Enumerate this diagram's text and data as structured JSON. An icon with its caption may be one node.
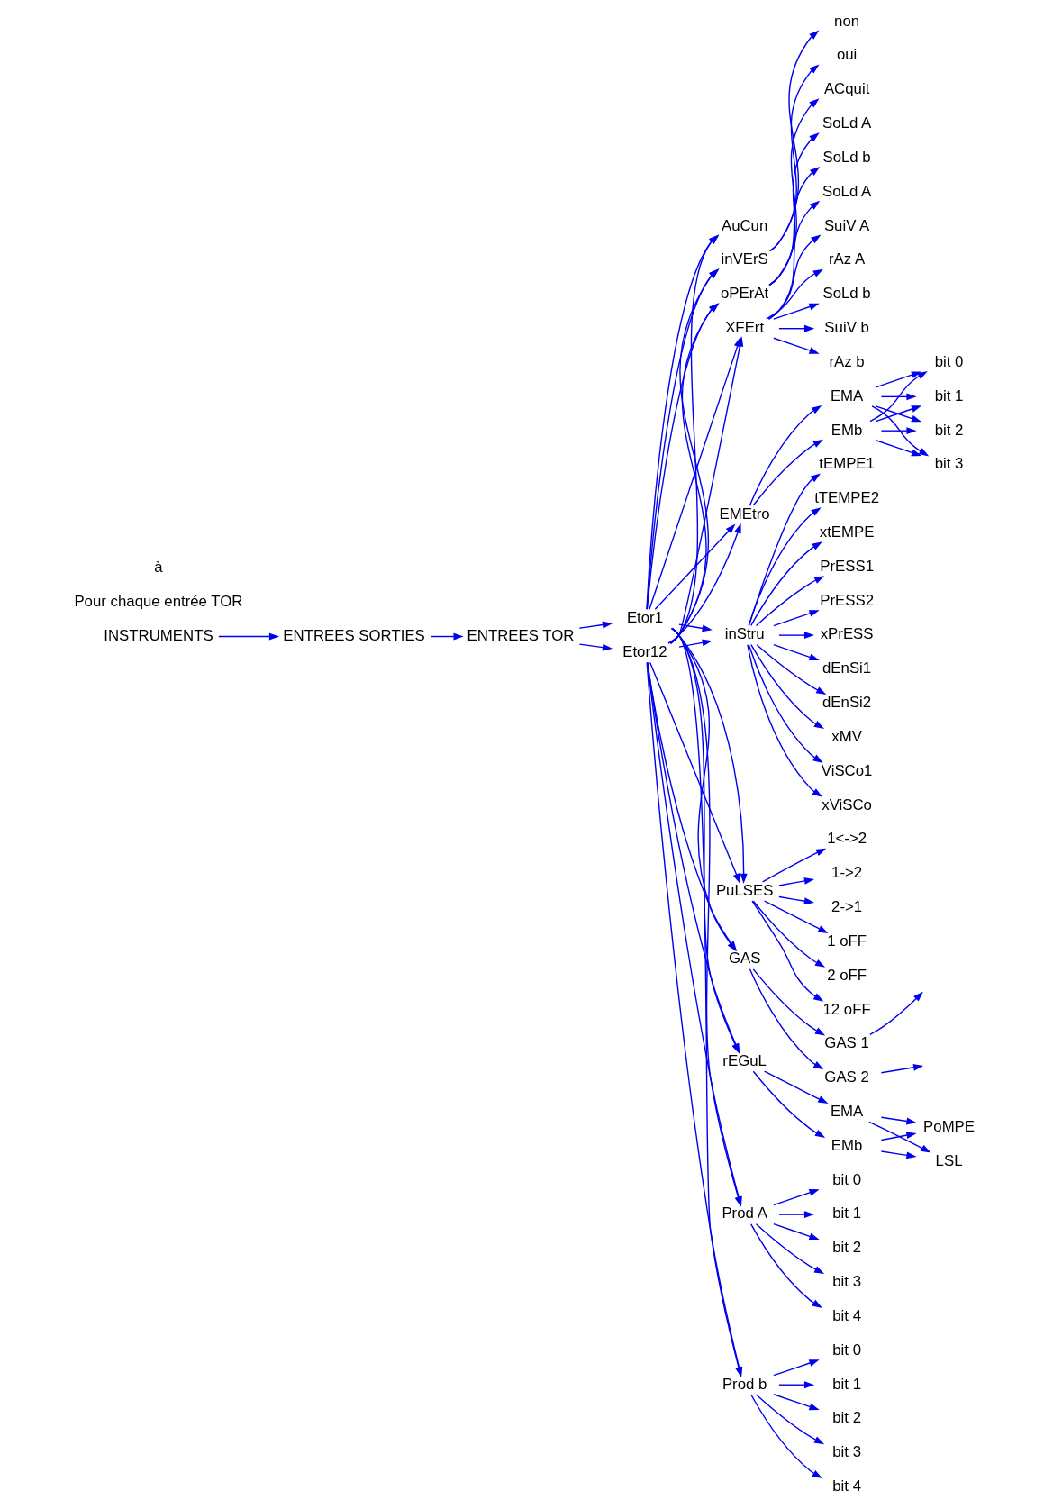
{
  "diagram": {
    "nodes": [
      {
        "text": [
          "INSTRUMENTS"
        ]
      },
      {
        "text": [
          "ENTREES SORTIES"
        ]
      },
      {
        "text": [
          "ENTREES TOR"
        ]
      },
      {
        "text": [
          "Etor1"
        ]
      },
      {
        "text": [
          "Etor12"
        ]
      },
      {
        "text": [
          "AuCun"
        ]
      },
      {
        "text": [
          "inVErS"
        ]
      },
      {
        "text": [
          "non"
        ]
      },
      {
        "text": [
          "oui"
        ]
      },
      {
        "text": [
          "oPErAt"
        ]
      },
      {
        "text": [
          "ACquit"
        ]
      },
      {
        "text": [
          "SoLd A"
        ]
      },
      {
        "text": [
          "SoLd b"
        ]
      },
      {
        "text": [
          "XFErt"
        ]
      },
      {
        "text": [
          "SoLd A"
        ]
      },
      {
        "text": [
          "SuiV A"
        ]
      },
      {
        "text": [
          "rAz A"
        ]
      },
      {
        "text": [
          "SoLd b"
        ]
      },
      {
        "text": [
          "SuiV b"
        ]
      },
      {
        "text": [
          "rAz b"
        ]
      },
      {
        "text": [
          "EMEtro"
        ]
      },
      {
        "text": [
          "EMA"
        ]
      },
      {
        "text": [
          "EMb"
        ]
      },
      {
        "text": [
          "bit 0"
        ]
      },
      {
        "text": [
          "bit 1"
        ]
      },
      {
        "text": [
          "bit 2"
        ]
      },
      {
        "text": [
          "bit 3"
        ]
      },
      {
        "text": [
          "inStru"
        ]
      },
      {
        "text": [
          "tEMPE1"
        ]
      },
      {
        "text": [
          "tTEMPE2"
        ]
      },
      {
        "text": [
          "xtEMPE"
        ]
      },
      {
        "text": [
          "PrESS1"
        ]
      },
      {
        "text": [
          "PrESS2"
        ]
      },
      {
        "text": [
          "xPrESS"
        ]
      },
      {
        "text": [
          "dEnSi1"
        ]
      },
      {
        "text": [
          "dEnSi2"
        ]
      },
      {
        "text": [
          "xMV"
        ]
      },
      {
        "text": [
          "ViSCo1"
        ]
      },
      {
        "text": [
          "xViSCo"
        ]
      },
      {
        "text": [
          "PuLSES"
        ]
      },
      {
        "text": [
          "1<->2"
        ]
      },
      {
        "text": [
          "1->2"
        ]
      },
      {
        "text": [
          "2->1"
        ]
      },
      {
        "text": [
          "1 oFF"
        ]
      },
      {
        "text": [
          "2 oFF"
        ]
      },
      {
        "text": [
          "12 oFF"
        ]
      },
      {
        "text": [
          "GAS"
        ]
      },
      {
        "text": [
          "GAS 1"
        ]
      },
      {
        "text": [
          "GAS 2"
        ]
      },
      {
        "text": [
          "rEGuL"
        ]
      },
      {
        "text": [
          "EMA"
        ]
      },
      {
        "text": [
          "EMb"
        ]
      },
      {
        "text": [
          "PoMPE"
        ]
      },
      {
        "text": [
          "LSL"
        ]
      },
      {
        "text": [
          "Prod A"
        ]
      },
      {
        "text": [
          "bit 0"
        ]
      },
      {
        "text": [
          "bit 1"
        ]
      },
      {
        "text": [
          "bit 2"
        ]
      },
      {
        "text": [
          "bit 3"
        ]
      },
      {
        "text": [
          "bit 4"
        ]
      },
      {
        "text": [
          "Prod b"
        ]
      },
      {
        "text": [
          "bit 0"
        ]
      },
      {
        "text": [
          "bit 1"
        ]
      },
      {
        "text": [
          "bit 2"
        ]
      },
      {
        "text": [
          "bit 3"
        ]
      },
      {
        "text": [
          "bit 4"
        ]
      }
    ],
    "edges": [
      {
        "from": 0,
        "to": 1,
        "arrow": "to"
      },
      {
        "from": 1,
        "to": 2,
        "arrow": "to"
      },
      {
        "from": 2,
        "to": 3,
        "arrow": "to"
      },
      {
        "from": 2,
        "to": 4,
        "arrow": "to"
      },
      {
        "from": 3,
        "to": 5,
        "arrow": "to"
      },
      {
        "from": 3,
        "to": 6,
        "arrow": "to"
      },
      {
        "from": 3,
        "to": 9,
        "arrow": "to"
      },
      {
        "from": 3,
        "to": 13,
        "arrow": "to"
      },
      {
        "from": 3,
        "to": 20,
        "arrow": "to"
      },
      {
        "from": 3,
        "to": 27,
        "arrow": "to"
      },
      {
        "from": 3,
        "to": 39,
        "arrow": "to"
      },
      {
        "from": 3,
        "to": 46,
        "arrow": "to"
      },
      {
        "from": 3,
        "to": 49,
        "arrow": "to"
      },
      {
        "from": 3,
        "to": 54,
        "arrow": "to"
      },
      {
        "from": 3,
        "to": 60,
        "arrow": "to"
      },
      {
        "from": 4,
        "to": 5,
        "arrow": "to"
      },
      {
        "from": 4,
        "to": 6,
        "arrow": "to"
      },
      {
        "from": 4,
        "to": 9,
        "arrow": "to"
      },
      {
        "from": 4,
        "to": 13,
        "arrow": "to"
      },
      {
        "from": 4,
        "to": 20,
        "arrow": "to"
      },
      {
        "from": 4,
        "to": 27,
        "arrow": "to"
      },
      {
        "from": 4,
        "to": 39,
        "arrow": "to"
      },
      {
        "from": 4,
        "to": 46,
        "arrow": "to"
      },
      {
        "from": 4,
        "to": 49,
        "arrow": "to"
      },
      {
        "from": 4,
        "to": 54,
        "arrow": "to"
      },
      {
        "from": 4,
        "to": 60,
        "arrow": "to"
      },
      {
        "from": 6,
        "to": 7,
        "arrow": "to"
      },
      {
        "from": 6,
        "to": 8,
        "arrow": "to"
      },
      {
        "from": 9,
        "to": 10,
        "arrow": "to"
      },
      {
        "from": 9,
        "to": 11,
        "arrow": "to"
      },
      {
        "from": 9,
        "to": 12,
        "arrow": "to"
      },
      {
        "from": 13,
        "to": 14,
        "arrow": "to"
      },
      {
        "from": 13,
        "to": 15,
        "arrow": "to"
      },
      {
        "from": 13,
        "to": 16,
        "arrow": "to"
      },
      {
        "from": 13,
        "to": 17,
        "arrow": "to"
      },
      {
        "from": 13,
        "to": 18,
        "arrow": "to"
      },
      {
        "from": 13,
        "to": 19,
        "arrow": "to"
      },
      {
        "from": 20,
        "to": 21,
        "arrow": "to"
      },
      {
        "from": 20,
        "to": 22,
        "arrow": "to"
      },
      {
        "from": 21,
        "to": 23,
        "arrow": "to"
      },
      {
        "from": 21,
        "to": 24,
        "arrow": "to"
      },
      {
        "from": 21,
        "to": 25,
        "arrow": "to"
      },
      {
        "from": 21,
        "to": 26,
        "arrow": "to"
      },
      {
        "from": 22,
        "to": 23,
        "arrow": "to"
      },
      {
        "from": 22,
        "to": 24,
        "arrow": "to"
      },
      {
        "from": 22,
        "to": 25,
        "arrow": "to"
      },
      {
        "from": 22,
        "to": 26,
        "arrow": "to"
      },
      {
        "from": 27,
        "to": 28,
        "arrow": "to"
      },
      {
        "from": 27,
        "to": 29,
        "arrow": "to"
      },
      {
        "from": 27,
        "to": 30,
        "arrow": "to"
      },
      {
        "from": 27,
        "to": 31,
        "arrow": "to"
      },
      {
        "from": 27,
        "to": 32,
        "arrow": "to"
      },
      {
        "from": 27,
        "to": 33,
        "arrow": "to"
      },
      {
        "from": 27,
        "to": 34,
        "arrow": "to"
      },
      {
        "from": 27,
        "to": 35,
        "arrow": "to"
      },
      {
        "from": 27,
        "to": 36,
        "arrow": "to"
      },
      {
        "from": 27,
        "to": 37,
        "arrow": "to"
      },
      {
        "from": 27,
        "to": 38,
        "arrow": "to"
      },
      {
        "from": 39,
        "to": 40,
        "arrow": "to"
      },
      {
        "from": 39,
        "to": 41,
        "arrow": "to"
      },
      {
        "from": 39,
        "to": 42,
        "arrow": "to"
      },
      {
        "from": 39,
        "to": 43,
        "arrow": "to"
      },
      {
        "from": 39,
        "to": 44,
        "arrow": "to"
      },
      {
        "from": 39,
        "to": 45,
        "arrow": "to"
      },
      {
        "from": 46,
        "to": 47,
        "arrow": "to"
      },
      {
        "from": 46,
        "to": 48,
        "arrow": "to"
      },
      {
        "from": 47,
        "to": null,
        "arrow": "to"
      },
      {
        "from": 48,
        "to": null,
        "arrow": "to"
      },
      {
        "from": 49,
        "to": 50,
        "arrow": "to"
      },
      {
        "from": 49,
        "to": 51,
        "arrow": "to"
      },
      {
        "from": 50,
        "to": 52,
        "arrow": "to"
      },
      {
        "from": 50,
        "to": 53,
        "arrow": "to"
      },
      {
        "from": 51,
        "to": 52,
        "arrow": "to"
      },
      {
        "from": 51,
        "to": 53,
        "arrow": "to"
      },
      {
        "from": 54,
        "to": 55,
        "arrow": "to"
      },
      {
        "from": 54,
        "to": 56,
        "arrow": "to"
      },
      {
        "from": 54,
        "to": 57,
        "arrow": "to"
      },
      {
        "from": 54,
        "to": 58,
        "arrow": "to"
      },
      {
        "from": 54,
        "to": 59,
        "arrow": "to"
      },
      {
        "from": 60,
        "to": 61,
        "arrow": "to"
      },
      {
        "from": 60,
        "to": 62,
        "arrow": "to"
      },
      {
        "from": 60,
        "to": 63,
        "arrow": "to"
      },
      {
        "from": 60,
        "to": 64,
        "arrow": "to"
      },
      {
        "from": 60,
        "to": 65,
        "arrow": "to"
      }
    ],
    "labels": [
      "Pour chaque entrée TOR",
      "à"
    ]
  }
}
